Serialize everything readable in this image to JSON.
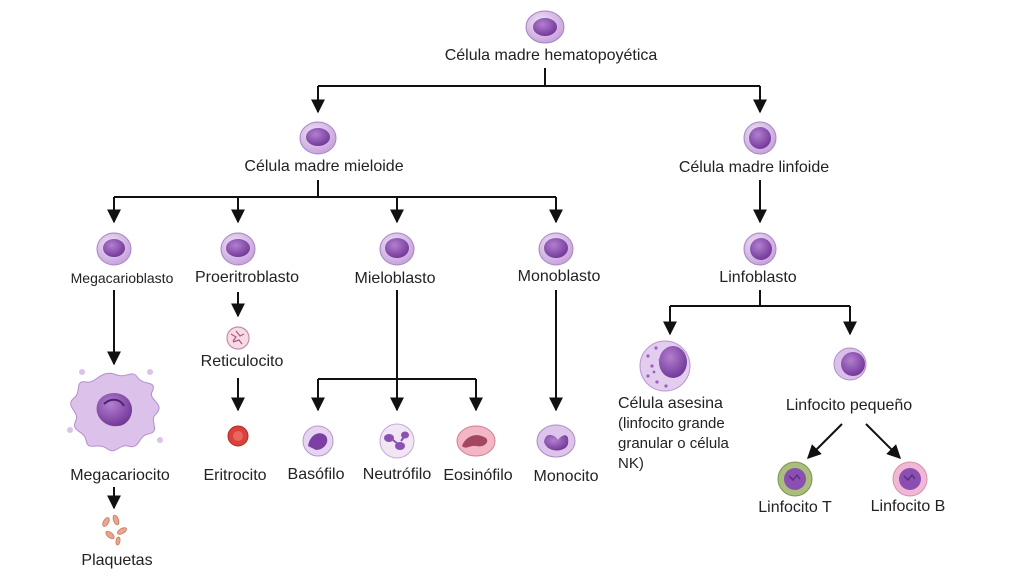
{
  "nodes": {
    "hsc": "Célula madre hematopoyética",
    "myeloid_stem": "Célula madre mieloide",
    "lymphoid_stem": "Célula madre linfoide",
    "megakaryoblast": "Megacarioblasto",
    "proerythroblast": "Proeritroblasto",
    "myeloblast": "Mieloblasto",
    "monoblast": "Monoblasto",
    "lymphoblast": "Linfoblasto",
    "reticulocyte": "Reticulocito",
    "megakaryocyte": "Megacariocito",
    "platelets": "Plaquetas",
    "erythrocyte": "Eritrocito",
    "basophil": "Basófilo",
    "neutrophil": "Neutrófilo",
    "eosinophil": "Eosinófilo",
    "monocyte": "Monocito",
    "nk_cell": {
      "line1": "Célula asesina",
      "line2": "(linfocito grande",
      "line3": "granular o célula",
      "line4": "NK)"
    },
    "small_lymphocyte": "Linfocito pequeño",
    "t_lymphocyte": "Linfocito T",
    "b_lymphocyte": "Linfocito B"
  },
  "colors": {
    "stem_fill": "#c9a6dc",
    "nucleus": "#8a4fb0",
    "line": "#111111",
    "erythrocyte": "#d9423a",
    "eosinophil": "#e98aa0",
    "t_cell_ring": "#8fa860",
    "b_cell_ring": "#e7a0c6"
  }
}
